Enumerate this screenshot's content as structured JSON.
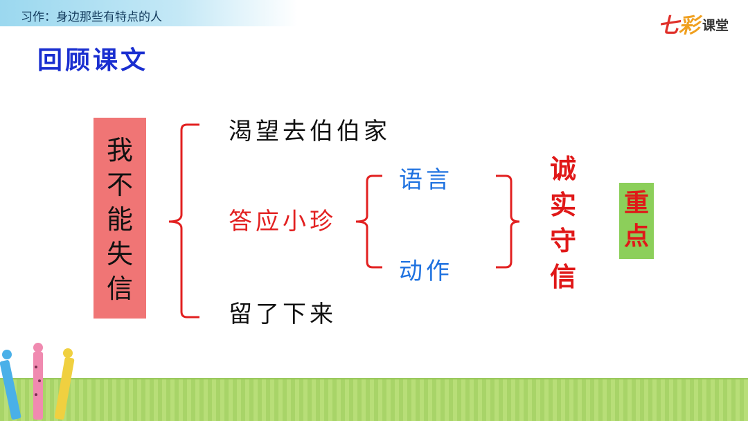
{
  "header": {
    "lesson_title": "习作：身边那些有特点的人"
  },
  "logo": {
    "qi": "七",
    "cai": "彩",
    "ketang": "课堂"
  },
  "section_title": "回顾课文",
  "diagram": {
    "subject": "我不能失信",
    "branches": {
      "top": "渴望去伯伯家",
      "middle": "答应小珍",
      "bottom": "留了下来"
    },
    "middle_details": {
      "top": "语言",
      "bottom": "动作"
    },
    "conclusion": "诚实守信",
    "keypoint": "重点"
  },
  "colors": {
    "title_blue": "#1a2fd0",
    "subject_box": "#f07575",
    "emphasis_red": "#e22020",
    "detail_blue": "#1f72e0",
    "keypoint_green": "#8ccf5a",
    "ground_green": "#a8d468"
  }
}
